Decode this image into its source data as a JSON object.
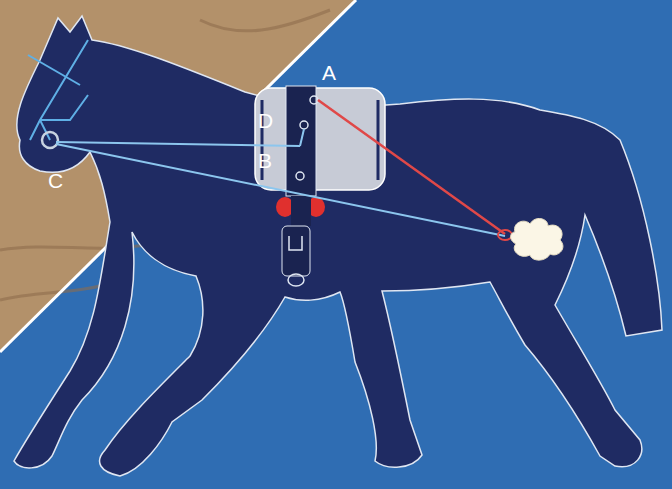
{
  "diagram": {
    "labels": [
      "A",
      "D",
      "B",
      "C"
    ]
  }
}
